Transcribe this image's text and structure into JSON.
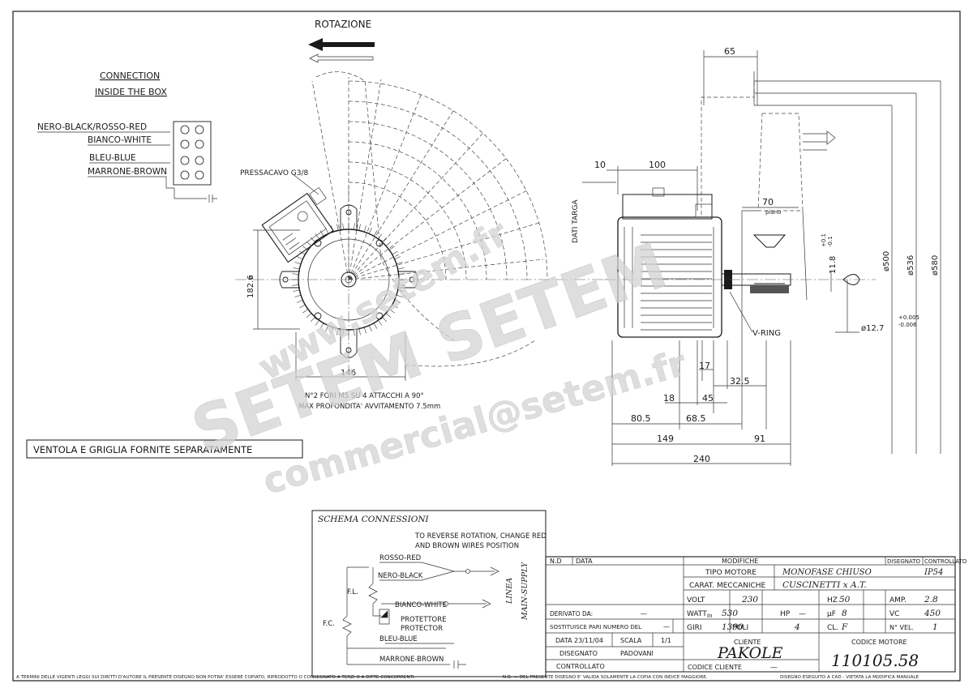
{
  "header": {
    "rotation": "ROTAZIONE"
  },
  "connection": {
    "title1": "CONNECTION",
    "title2": "INSIDE THE BOX",
    "wires": [
      "NERO-BLACK/ROSSO-RED",
      "BIANCO-WHITE",
      "BLEU-BLUE",
      "MARRONE-BROWN"
    ]
  },
  "front_view": {
    "cable_gland": "PRESSACAVO G3/8",
    "dim_height": "182.6",
    "dim_width": "146",
    "note1": "N°2 FORI M5 SU 4 ATTACCHI A 90°",
    "note2": "MAX PROFONDITA' AVVITAMENTO 7.5mm"
  },
  "fan_note": "VENTOLA E GRIGLIA FORNITE SEPARATAMENTE",
  "side_view": {
    "dims": {
      "d65": "65",
      "d10": "10",
      "d100": "100",
      "d70": "70",
      "piano": "piano",
      "d500": "ø500",
      "d536": "ø536",
      "d580": "ø580",
      "d118": "11.8",
      "d118_tol_a": "+0.1",
      "d118_tol_b": "-0.1",
      "d127": "ø12.7",
      "d127_tol_a": "+0.005",
      "d127_tol_b": "-0.006",
      "d17": "17",
      "d325": "32.5",
      "d18": "18",
      "d45": "45",
      "d805": "80.5",
      "d685": "68.5",
      "d149": "149",
      "d91": "91",
      "d240": "240"
    },
    "vring": "V-RING",
    "dati_targa": "DATI TARGA"
  },
  "schema": {
    "title": "SCHEMA CONNESSIONI",
    "note1": "TO REVERSE ROTATION, CHANGE RED",
    "note2": "AND BROWN WIRES POSITION",
    "rosso": "ROSSO-RED",
    "nero": "NERO-BLACK",
    "bianco": "BIANCO-WHITE",
    "protettore": "PROTETTORE",
    "protector": "PROTECTOR",
    "bleu": "BLEU-BLUE",
    "marrone": "MARRONE-BROWN",
    "fl": "F.L.",
    "fc": "F.C.",
    "linea": "LINEA",
    "main": "MAIN-SUPPLY"
  },
  "title_block": {
    "h_nd": "N.D",
    "h_data": "DATA",
    "h_modifiche": "MODIFICHE",
    "h_disegnato": "DISEGNATO",
    "h_controllato": "CONTROLLATO",
    "tipo_label": "TIPO MOTORE",
    "tipo_value": "MONOFASE CHIUSO",
    "ip": "IP54",
    "carat_label": "CARAT. MECCANICHE",
    "carat_value": "CUSCINETTI x A.T.",
    "volt_l": "VOLT",
    "volt_v": "230",
    "hz_l": "HZ",
    "hz_v": "50",
    "amp_l": "AMP.",
    "amp_v": "2.8",
    "watt_l": "WATT",
    "watt_in": "In",
    "watt_v": "530",
    "hp_l": "HP",
    "hp_v": "—",
    "uf_l": "µF",
    "uf_v": "8",
    "vc_l": "VC",
    "vc_v": "450",
    "giri_l": "GIRI",
    "giri_v": "1390",
    "poli_l": "POLI",
    "poli_v": "4",
    "cl_l": "CL.",
    "cl_v": "F",
    "nvel_l": "N° VEL.",
    "nvel_v": "1",
    "derivato_l": "DERIVATO DA:",
    "derivato_v": "—",
    "sostituisce_l": "SOSTITUISCE PARI NUMERO DEL",
    "sostituisce_v": "—",
    "data_l": "DATA",
    "data_v": "23/11/04",
    "scala_l": "SCALA",
    "scala_v": "1/1",
    "disegnato_l": "DISEGNATO",
    "disegnato_v": "PADOVANI",
    "controllato_l": "CONTROLLATO",
    "cliente_l": "CLIENTE",
    "cliente_v": "PAKOLE",
    "codcliente_l": "CODICE CLIENTE",
    "codcliente_v": "—",
    "codmotore_l": "CODICE MOTORE",
    "codmotore_v": "110105.58"
  },
  "footer": {
    "left": "A TERMINI DELLE VIGENTI LEGGI SUI DIRITTI D'AUTORE IL PRESENTE DISEGNO NON POTRA' ESSERE COPIATO, RIPRODOTTO O CONSEGNATO A TERZI O A DITTE CONCORRENTI.",
    "mid": "N.B. — DEL PRESENTE DISEGNO E' VALIDA SOLAMENTE LA COPIA CON INDICE MAGGIORE.",
    "right": "DISEGNO ESEGUITO A CAD - VIETATA LA MODIFICA MANUALE"
  },
  "watermark": {
    "w1": "www.setem.fr",
    "w2": "SETEM SETEM",
    "w3": "commercial@setem.fr"
  }
}
